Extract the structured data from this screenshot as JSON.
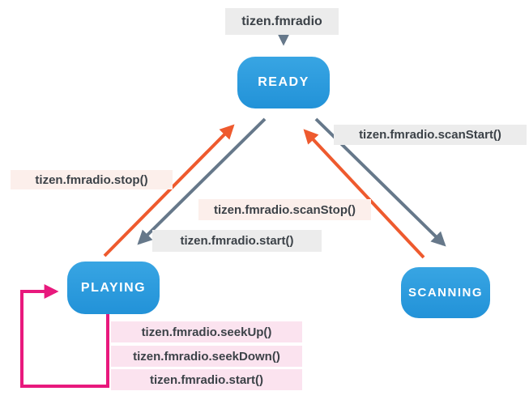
{
  "diagram": {
    "entry_label": "tizen.fmradio",
    "states": {
      "ready": "READY",
      "playing": "PLAYING",
      "scanning": "SCANNING"
    },
    "transitions": {
      "stop": {
        "label": "tizen.fmradio.stop()",
        "from": "PLAYING",
        "to": "READY",
        "color_key": "arrow_orange"
      },
      "start": {
        "label": "tizen.fmradio.start()",
        "from": "READY",
        "to": "PLAYING",
        "color_key": "arrow_gray"
      },
      "scan_start": {
        "label": "tizen.fmradio.scanStart()",
        "from": "READY",
        "to": "SCANNING",
        "color_key": "arrow_gray"
      },
      "scan_stop": {
        "label": "tizen.fmradio.scanStop()",
        "from": "SCANNING",
        "to": "READY",
        "color_key": "arrow_orange"
      },
      "seek_up": {
        "label": "tizen.fmradio.seekUp()",
        "from": "PLAYING",
        "to": "PLAYING",
        "color_key": "arrow_magenta"
      },
      "seek_down": {
        "label": "tizen.fmradio.seekDown()",
        "from": "PLAYING",
        "to": "PLAYING",
        "color_key": "arrow_magenta"
      },
      "start_self": {
        "label": "tizen.fmradio.start()",
        "from": "PLAYING",
        "to": "PLAYING",
        "color_key": "arrow_magenta"
      }
    },
    "colors": {
      "state_blue": "#2292d8",
      "state_blue_light": "#38a5e3",
      "arrow_gray": "#66788a",
      "arrow_orange": "#ee5a2e",
      "arrow_magenta": "#e8197d",
      "label_bg_gray": "#ececec",
      "label_bg_peach": "#fcefeb",
      "label_bg_pink": "#fbe3ef",
      "label_text": "#3c4248"
    }
  }
}
